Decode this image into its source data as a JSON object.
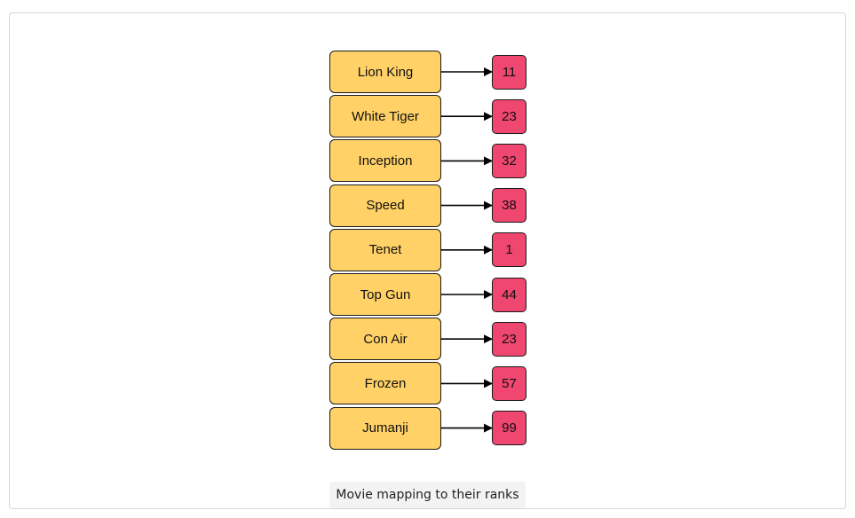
{
  "diagram": {
    "mappings": [
      {
        "movie": "Lion King",
        "rank": "11"
      },
      {
        "movie": "White Tiger",
        "rank": "23"
      },
      {
        "movie": "Inception",
        "rank": "32"
      },
      {
        "movie": "Speed",
        "rank": "38"
      },
      {
        "movie": "Tenet",
        "rank": "1"
      },
      {
        "movie": "Top Gun",
        "rank": "44"
      },
      {
        "movie": "Con Air",
        "rank": "23"
      },
      {
        "movie": "Frozen",
        "rank": "57"
      },
      {
        "movie": "Jumanji",
        "rank": "99"
      }
    ],
    "colors": {
      "movie_fill": "#ffd166",
      "rank_fill": "#ef476f",
      "stroke": "#1a1a1a"
    }
  },
  "caption": "Movie mapping to their ranks"
}
